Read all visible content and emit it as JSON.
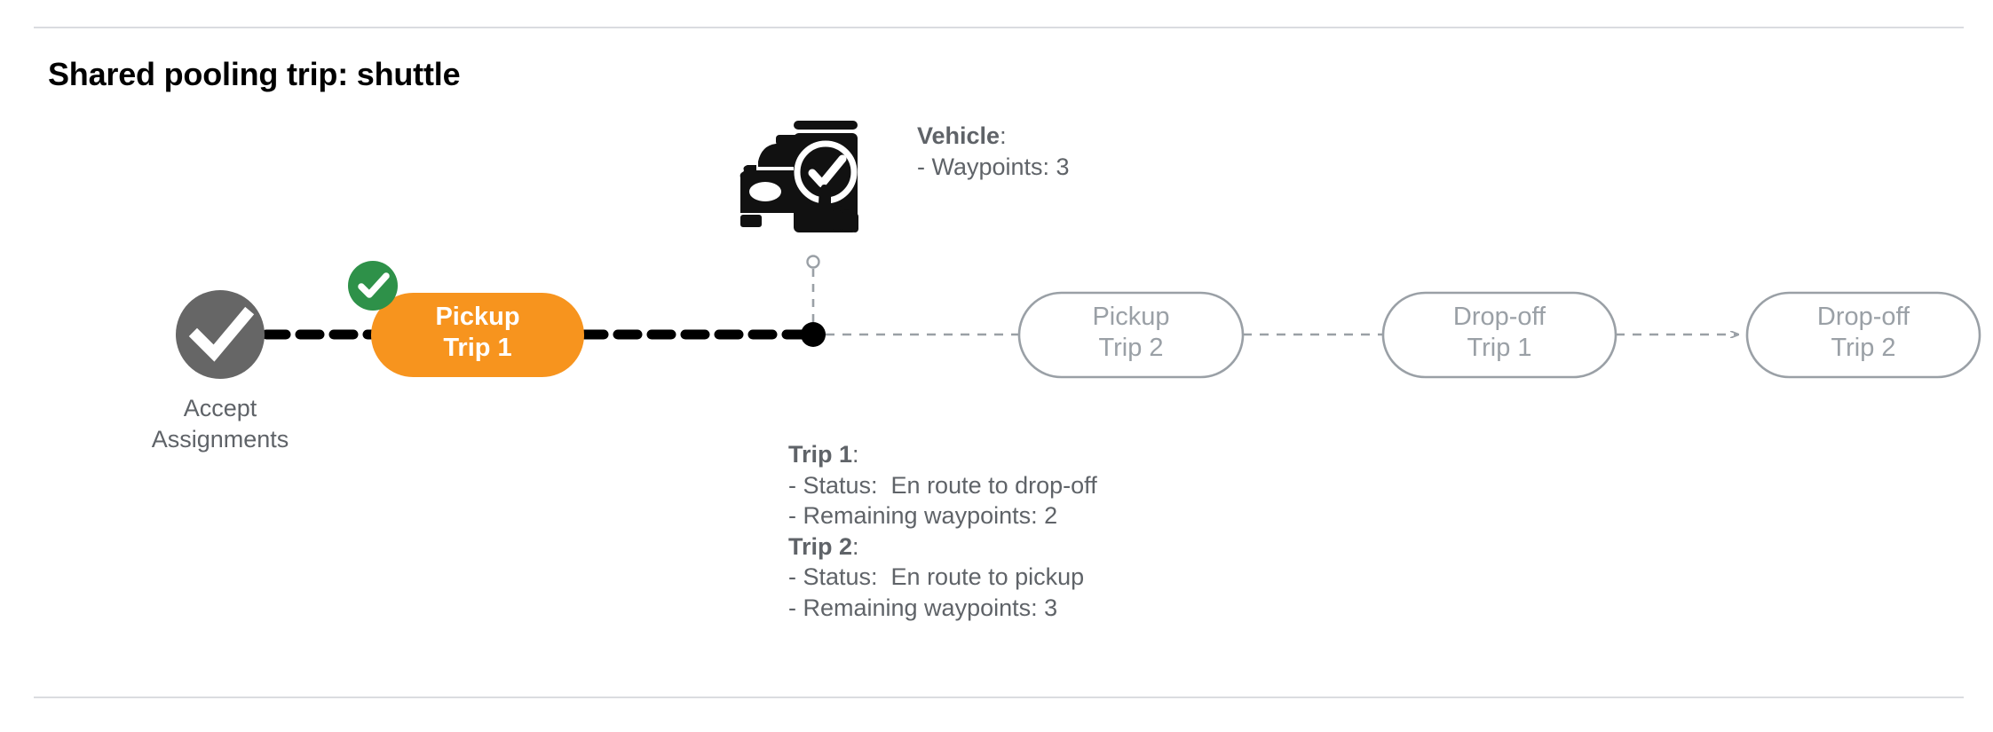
{
  "page": {
    "title": "Shared pooling trip: shuttle",
    "background_color": "#ffffff",
    "rule_color": "#dadce0"
  },
  "colors": {
    "active_node": "#F7941E",
    "completed_badge": "#2E9149",
    "start_circle": "#666666",
    "pending_outline": "#9aa0a6",
    "pending_text": "#9aa0a6",
    "annotation_text": "#5f6368",
    "active_path": "#000000",
    "pending_path": "#9aa0a6"
  },
  "flow": {
    "start": {
      "name": "accept-assignments",
      "caption": "Accept\nAssignments",
      "icon": "check-circle-icon",
      "state": "completed"
    },
    "nodes": [
      {
        "id": "pickup-trip-1",
        "line1": "Pickup",
        "line2": "Trip 1",
        "label": "Pickup\nTrip 1",
        "state": "active",
        "badge": "check-badge-icon"
      },
      {
        "id": "pickup-trip-2",
        "line1": "Pickup",
        "line2": "Trip 2",
        "label": "Pickup\nTrip 2",
        "state": "pending",
        "badge": null
      },
      {
        "id": "dropoff-trip-1",
        "line1": "Drop-off",
        "line2": "Trip 1",
        "label": "Drop-off\nTrip 1",
        "state": "pending",
        "badge": null
      },
      {
        "id": "dropoff-trip-2",
        "line1": "Drop-off",
        "line2": "Trip 2",
        "label": "Drop-off\nTrip 2",
        "state": "pending",
        "badge": null
      }
    ],
    "vehicle_marker": {
      "name": "vehicle-position-marker",
      "icon": "car-phone-check-icon"
    }
  },
  "annotations": {
    "vehicle": {
      "heading": "Vehicle",
      "heading_suffix": ":",
      "lines": [
        "- Waypoints: 3"
      ]
    },
    "trips": [
      {
        "heading": "Trip 1",
        "heading_suffix": ":",
        "lines": [
          "- Status:  En route to drop-off",
          "- Remaining waypoints: 2"
        ]
      },
      {
        "heading": "Trip 2",
        "heading_suffix": ":",
        "lines": [
          "- Status:  En route to pickup",
          "- Remaining waypoints: 3"
        ]
      }
    ]
  }
}
